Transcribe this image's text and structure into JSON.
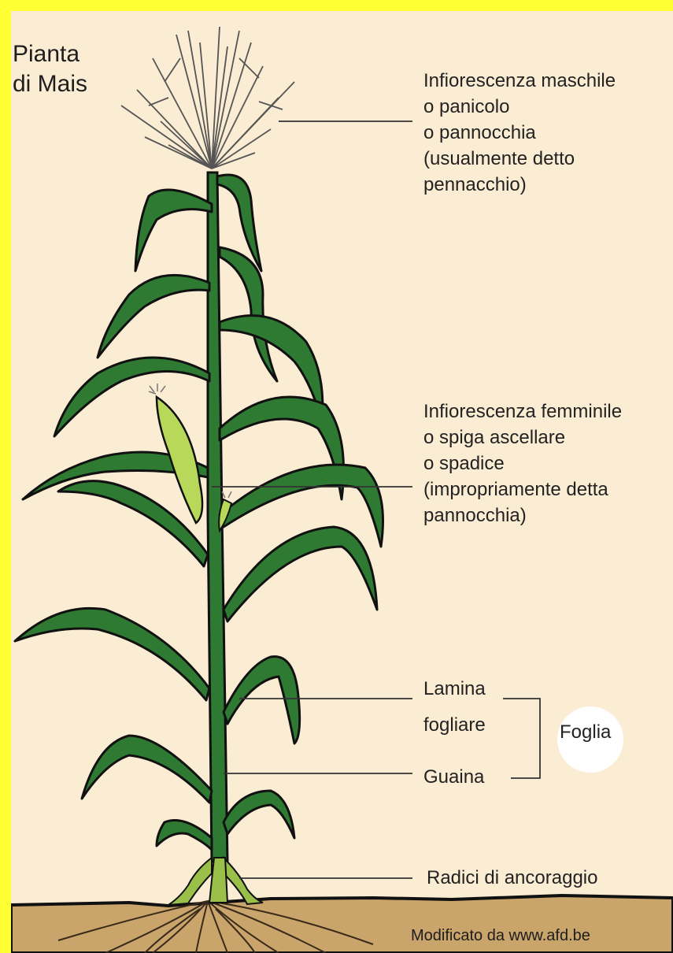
{
  "title": {
    "line1": "Pianta",
    "line2": "di Mais"
  },
  "labels": {
    "male": {
      "lines": [
        "Infiorescenza maschile",
        "o panicolo",
        "o pannocchia",
        "(usualmente detto",
        "pennacchio)"
      ]
    },
    "female": {
      "lines": [
        "Infiorescenza femminile",
        "o spiga ascellare",
        "o spadice",
        "(impropriamente detta",
        "pannocchia)"
      ]
    },
    "lamina": {
      "lines": [
        "Lamina",
        "fogliare"
      ]
    },
    "guaina": "Guaina",
    "foglia": "Foglia",
    "radici": "Radici di ancoraggio"
  },
  "credit": "Modificato da www.afd.be",
  "colors": {
    "frame": "#ffff33",
    "background": "#fbedd3",
    "leaf_dark": "#1f4d22",
    "leaf_mid": "#2f7a33",
    "ear": "#b8d85a",
    "soil": "#c9a46b",
    "tassel": "#555555"
  }
}
